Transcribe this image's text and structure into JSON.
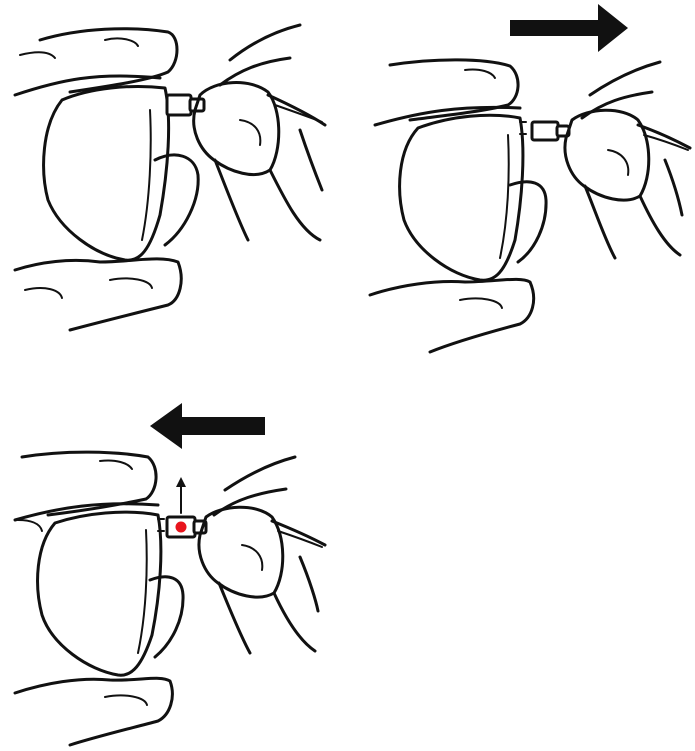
{
  "figure": {
    "panels": [
      {
        "id": "step-1",
        "arrow": "none"
      },
      {
        "id": "step-2",
        "arrow": "right"
      },
      {
        "id": "step-3",
        "arrow": "left",
        "indicator": "up-arrow",
        "marker": "red-dot"
      }
    ],
    "colors": {
      "line": "#111111",
      "marker": "#e8141c",
      "background": "#ffffff"
    }
  }
}
